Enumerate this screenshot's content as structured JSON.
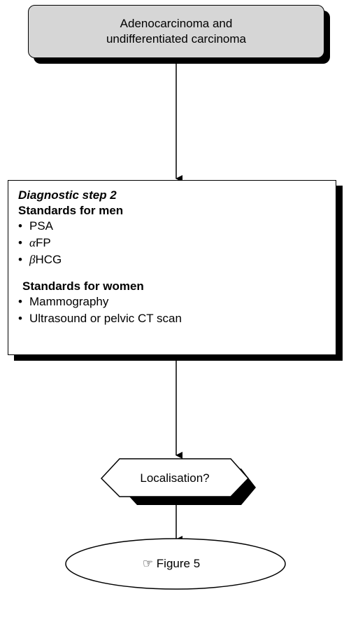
{
  "start": {
    "line1": "Adenocarcinoma and",
    "line2": "undifferentiated carcinoma"
  },
  "step2": {
    "title": "Diagnostic step 2",
    "men": {
      "heading": "Standards for men",
      "items": [
        {
          "prefix": "",
          "text": "PSA"
        },
        {
          "prefix": "α",
          "text": "FP"
        },
        {
          "prefix": "β",
          "text": "HCG"
        }
      ]
    },
    "women": {
      "heading": "Standards for women",
      "items": [
        {
          "prefix": "",
          "text": "Mammography"
        },
        {
          "prefix": "",
          "text": "Ultrasound or pelvic CT scan"
        }
      ]
    }
  },
  "decision": {
    "label": "Localisation?"
  },
  "end": {
    "icon": "pointing-hand-icon",
    "icon_glyph": "☞",
    "label": "Figure 5"
  },
  "colors": {
    "start_fill": "#d6d6d6",
    "line": "#000000",
    "background": "#ffffff"
  }
}
